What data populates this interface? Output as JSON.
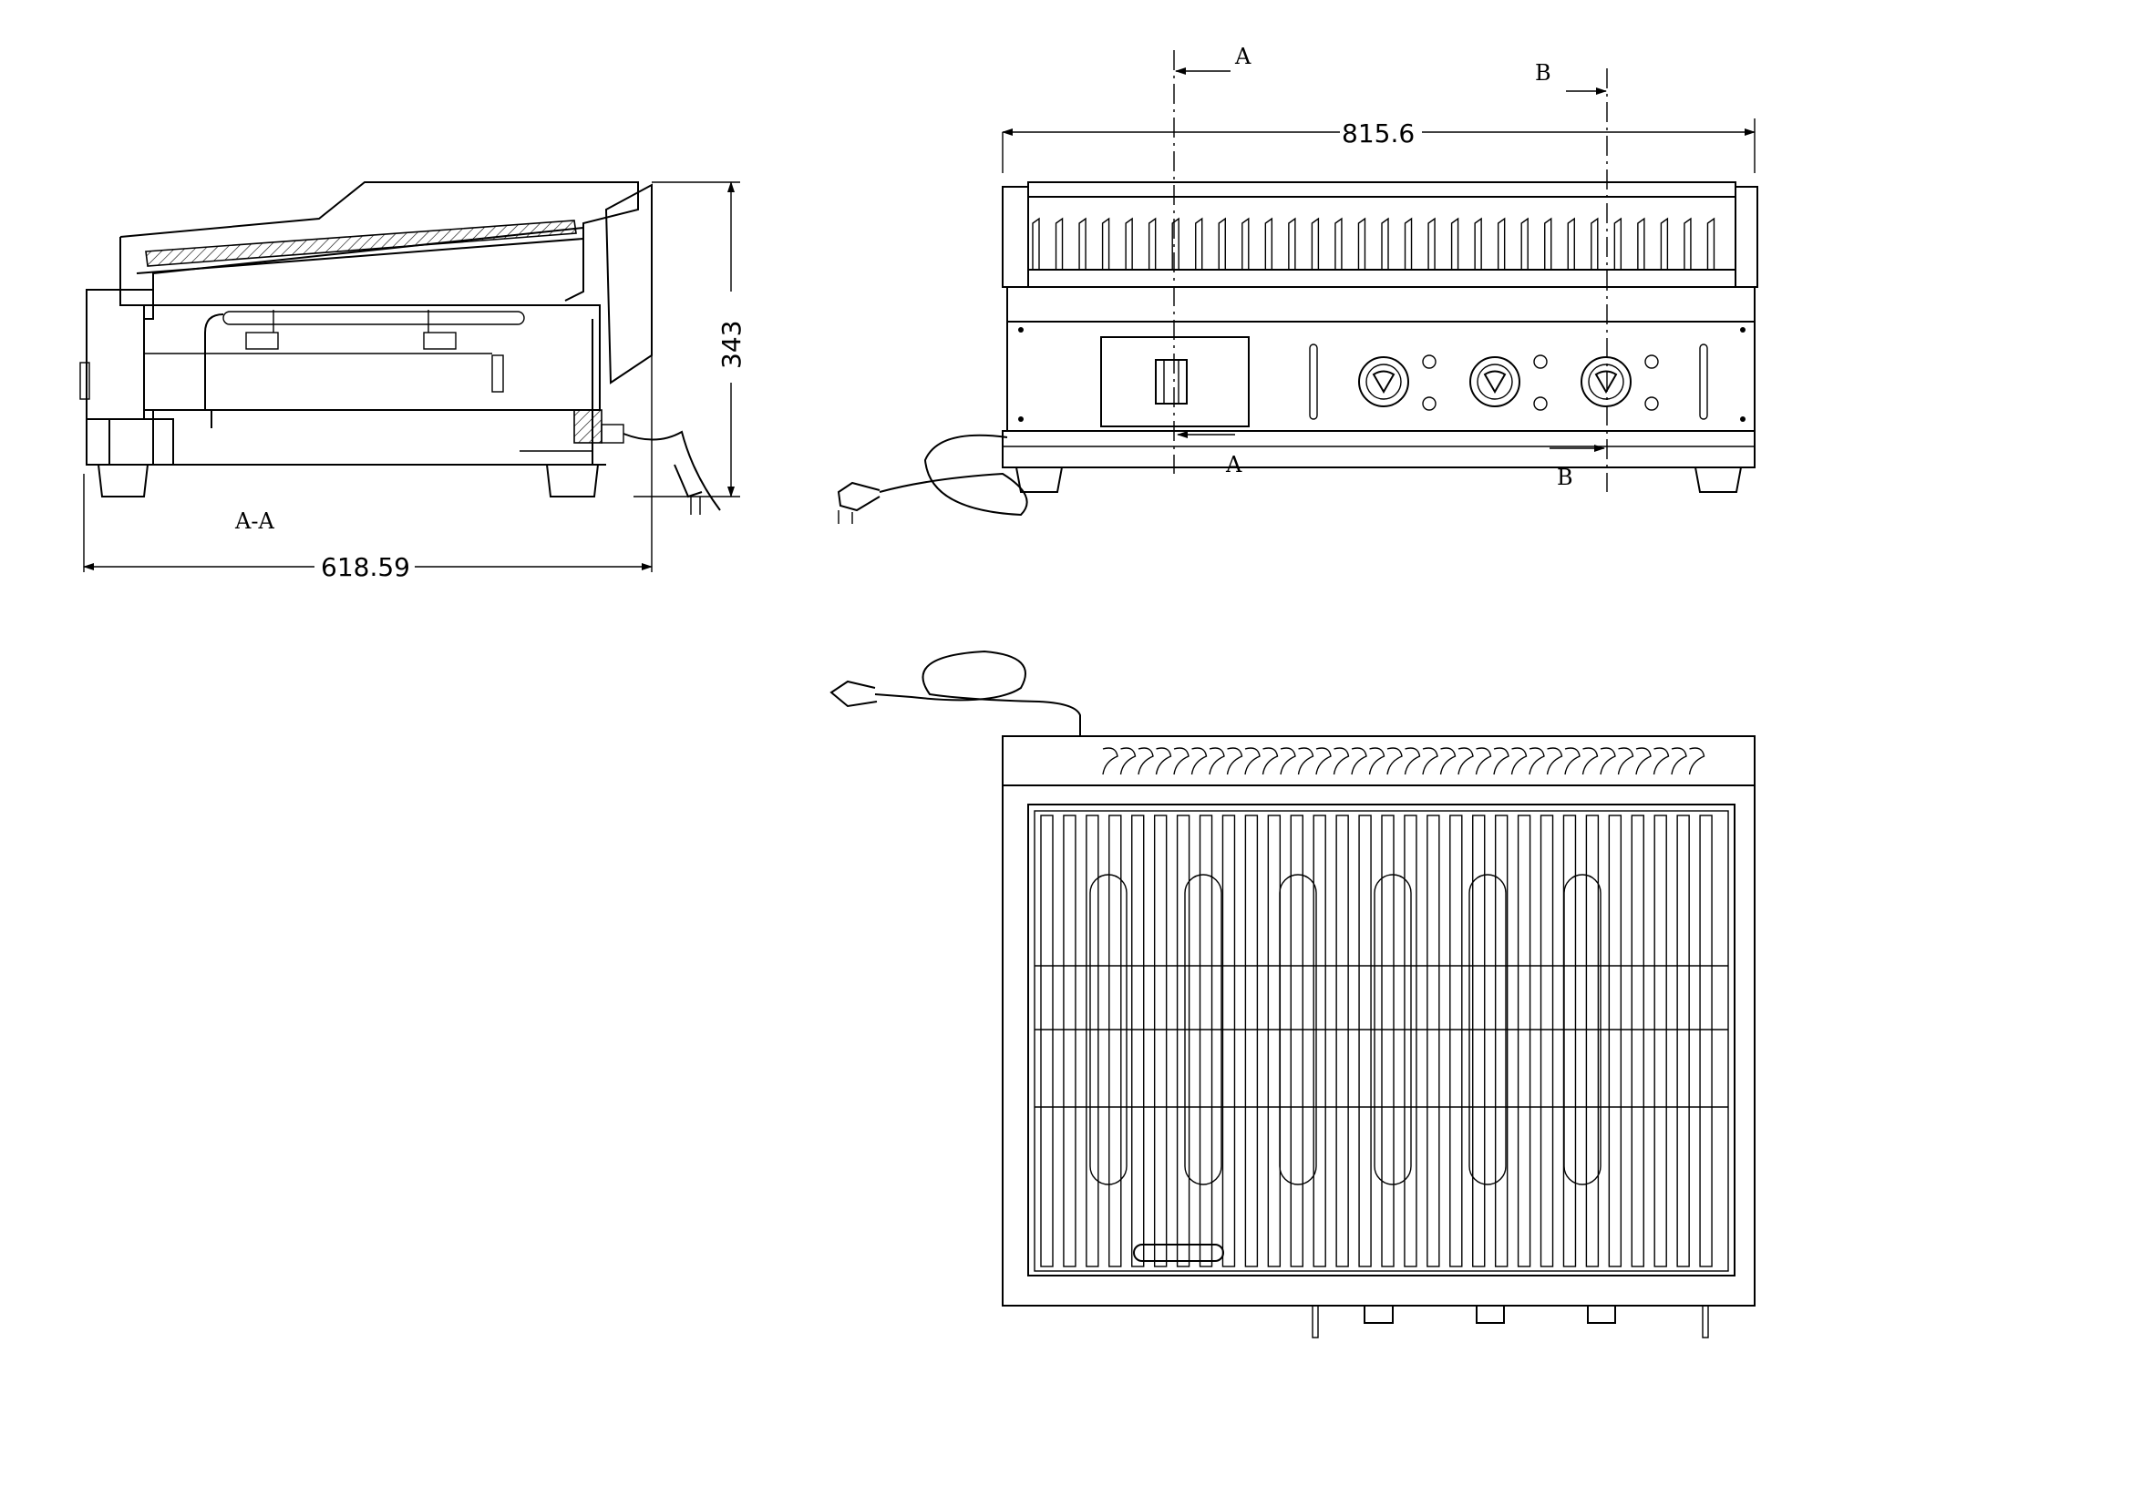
{
  "dimensions": {
    "side_depth": "618.59",
    "side_height": "343",
    "front_width": "815.6"
  },
  "section_labels": {
    "side_view_caption": "A-A",
    "cut_a_top": "A",
    "cut_a_bottom": "A",
    "cut_b_top": "B",
    "cut_b_bottom": "B"
  },
  "controls": {
    "knob_count": 3,
    "grill_fin_count": 30,
    "top_bar_count": 30
  }
}
